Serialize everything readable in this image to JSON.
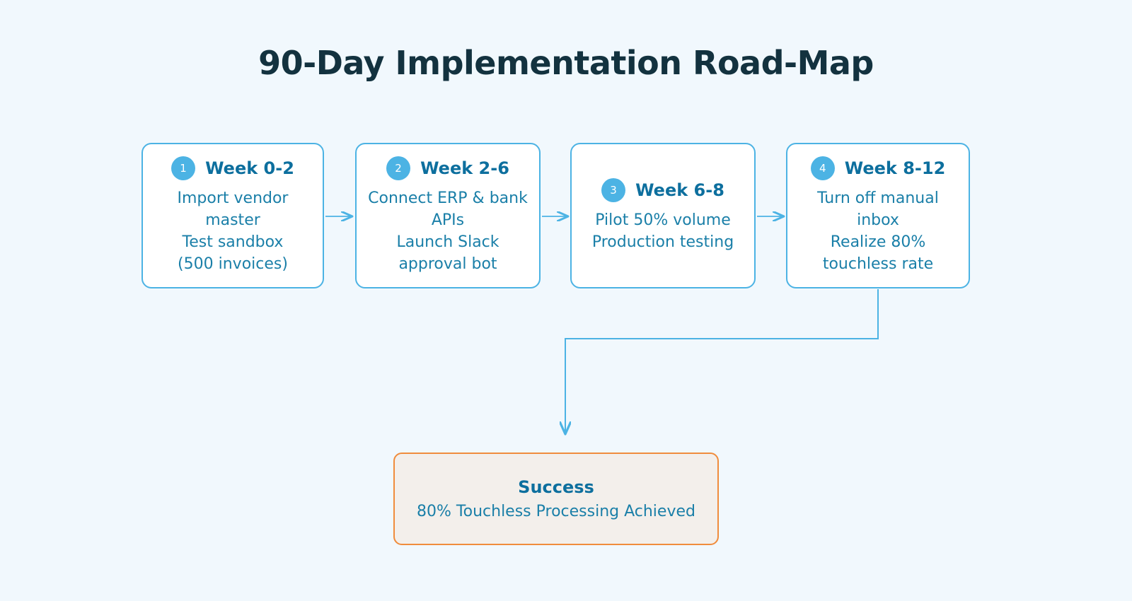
{
  "page": {
    "title": "90-Day Implementation Road-Map",
    "background_color": "#f1f8fd"
  },
  "colors": {
    "accent_blue": "#4cb3e4",
    "heading_blue": "#0d6f9e",
    "body_blue": "#1a7fa8",
    "title_navy": "#13323f",
    "success_border": "#f08c3c",
    "success_fill": "#f3efeb"
  },
  "stages": [
    {
      "badge": "1",
      "title": "Week 0-2",
      "lines": [
        "Import vendor",
        "master",
        "Test sandbox",
        "(500 invoices)"
      ]
    },
    {
      "badge": "2",
      "title": "Week 2-6",
      "lines": [
        "Connect ERP & bank",
        "APIs",
        "Launch Slack",
        "approval bot"
      ]
    },
    {
      "badge": "3",
      "title": "Week 6-8",
      "lines": [
        "Pilot 50% volume",
        "Production testing"
      ]
    },
    {
      "badge": "4",
      "title": "Week 8-12",
      "lines": [
        "Turn off manual",
        "inbox",
        "Realize 80%",
        "touchless rate"
      ]
    }
  ],
  "success": {
    "title": "Success",
    "subtitle": "80% Touchless Processing Achieved"
  }
}
